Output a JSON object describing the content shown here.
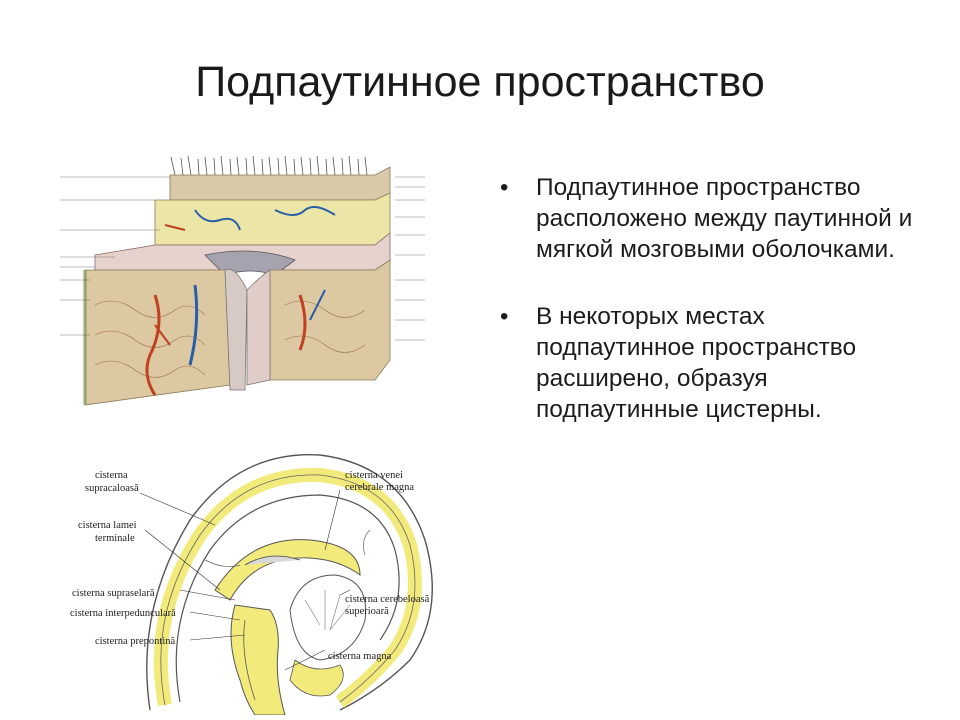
{
  "slide": {
    "title": "Подпаутинное пространство",
    "bullets": [
      "Подпаутинное пространство расположено между паутинной и мягкой мозговыми оболочками.",
      "В некоторых местах подпаутинное пространство расширено, образуя подпаутинные цистерны."
    ]
  },
  "brain_diagram": {
    "labels": {
      "cisterna_supracaloasa": [
        "cisterna",
        "supracaloasă"
      ],
      "cisterna_lamei_terminale": [
        "cisterna lamei",
        "terminale"
      ],
      "cisterna_supraselara": [
        "cisterna supraselară"
      ],
      "cisterna_interpeduncularis": [
        "cisterna interpeduncularǎ"
      ],
      "cisterna_prepontina": [
        "cisterna prepontină"
      ],
      "cisterna_venei": [
        "cisterna venei",
        "cerebrale magna"
      ],
      "cisterna_cerebeloasa": [
        "cisterna cerebeloasă",
        "superioară"
      ],
      "cisterna_magna": [
        "cisterna magna"
      ]
    }
  }
}
